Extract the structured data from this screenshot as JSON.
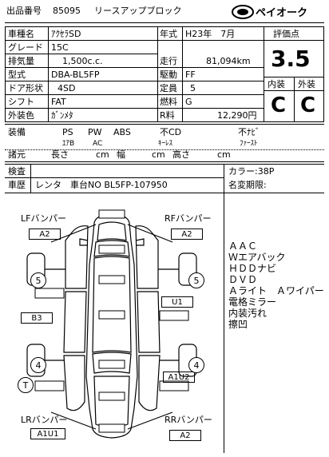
{
  "header": {
    "lot_label": "出品番号",
    "lot_number": "85095",
    "company": "リースアップブロック",
    "logo_text": "ペイオーク"
  },
  "spec": {
    "car_name_label": "車種名",
    "car_name": "ｱｸｾﾗSD",
    "grade_label": "グレード",
    "grade": "15C",
    "displacement_label": "排気量",
    "displacement": "1,500c.c.",
    "model_label": "型式",
    "model": "DBA-BL5FP",
    "door_label": "ドア形状",
    "door": "4SD",
    "shift_label": "シフト",
    "shift": "FAT",
    "color_label": "外装色",
    "color": "ｶﾞﾝﾒﾀ",
    "year_label": "年式",
    "year": "H23年　7月",
    "mileage_label": "走行",
    "mileage": "81,094km",
    "drive_label": "駆動",
    "drive": "FF",
    "capacity_label": "定員",
    "capacity": "5",
    "fuel_label": "燃料",
    "fuel": "G",
    "tax_label": "R料",
    "tax": "12,290円"
  },
  "score": {
    "label": "評価点",
    "value": "3.5",
    "interior_label": "内装",
    "interior": "C",
    "exterior_label": "外装",
    "exterior": "C"
  },
  "equipment": {
    "label": "装備",
    "row1": [
      "PS",
      "PW",
      "ABS",
      "不CD",
      "不ﾅﾋﾞ"
    ],
    "row2": [
      "ｴｱB",
      "AC",
      "ｷｰﾚｽ",
      "ﾌｧｰｽﾄ"
    ]
  },
  "dimensions": {
    "label": "諸元",
    "length_label": "長さ",
    "width_label": "幅",
    "height_label": "高さ",
    "unit": "cm"
  },
  "inspection": {
    "label": "検査"
  },
  "history": {
    "label": "車歴",
    "value": "レンタ　車台NO BL5FP-107950"
  },
  "right_info": {
    "color_code": "カラー:38P",
    "name_change": "名変期限:"
  },
  "diagram": {
    "lf_label": "LFバンパー",
    "lf_value": "A2",
    "rf_label": "RFバンパー",
    "rf_value": "A2",
    "lr_label": "LRバンパー",
    "lr_value": "A1U1",
    "rr_label": "RRバンパー",
    "rr_value": "A2",
    "left_door": "B3",
    "right_door": "U1",
    "right_rear": "A1U2",
    "tire_lf": "5",
    "tire_rf": "5",
    "tire_lr": "4",
    "tire_rr": "4",
    "spare": "T"
  },
  "notes": [
    "ＡＡＣ",
    "Ｗエアバック",
    "ＨＤＤナビ",
    "ＤＶＤ",
    "Ａライト　Ａワイパー",
    "電格ミラー",
    "内装汚れ",
    "擦凹"
  ]
}
